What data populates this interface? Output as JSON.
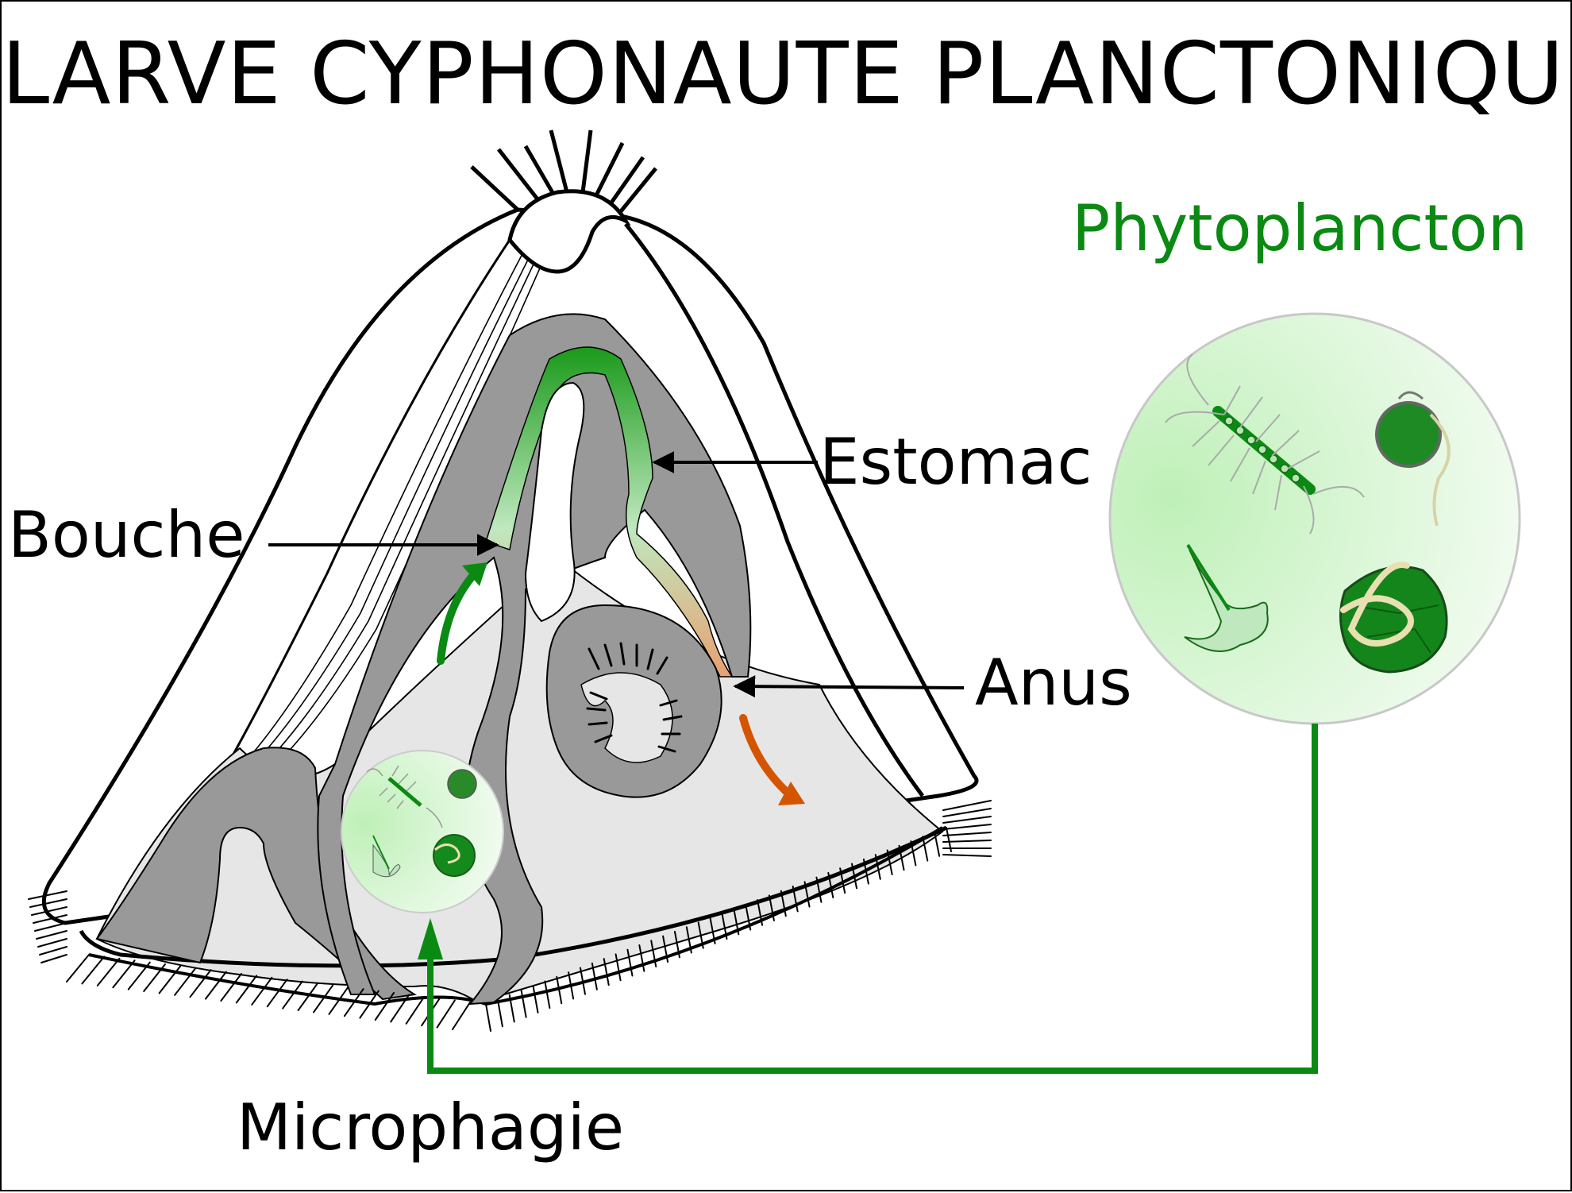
{
  "title": "LARVE CYPHONAUTE PLANCTONIQUE",
  "labels": {
    "phytoplancton": "Phytoplancton",
    "estomac": "Estomac",
    "bouche": "Bouche",
    "anus": "Anus",
    "microphagie": "Microphagie"
  },
  "colors": {
    "outline": "#000000",
    "gut": "#999999",
    "cavity": "#e6e6e6",
    "food_green": "#0b8a13",
    "digestion_orange": "#d45500",
    "plankton_bubble": "#cdf5c8"
  }
}
